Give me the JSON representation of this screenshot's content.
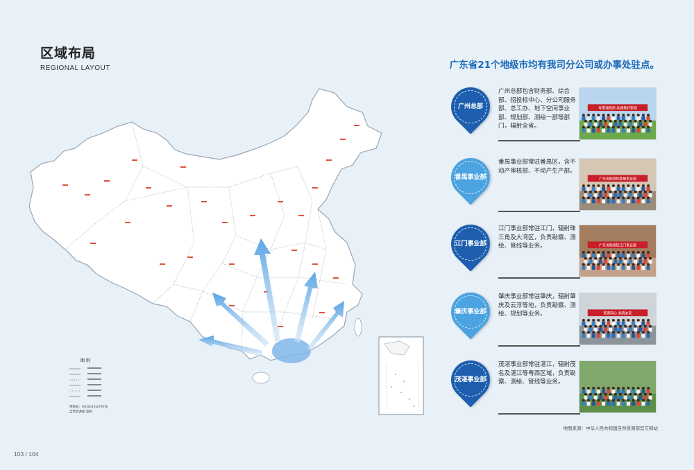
{
  "header": {
    "title_cn": "区域布局",
    "title_en": "REGIONAL LAYOUT",
    "headline": "广东省21个地级市均有我司分公司或办事处驻点。"
  },
  "divisions": [
    {
      "name": "广州总部",
      "color": "#1d5fae",
      "description": "广州总部包含财务部、综合部、招投标中心、分公司服务部、总工办、地下空间事业部、规划部、测绘一部等部门，辐射全省。",
      "banner": "粤港澳勘测 共建美好家园"
    },
    {
      "name": "番禺事业部",
      "color": "#4ba3e0",
      "description": "番禺事业部常驻番禺区，含不动产审核部、不动产生产部。",
      "banner": "广东省勘测院番禺事业部"
    },
    {
      "name": "江门事业部",
      "color": "#1d5fae",
      "description": "江门事业部常驻江门，辐射珠三角及大湾区，负责勘察、测绘、管线等业务。",
      "banner": "广东省勘测院江门事业部"
    },
    {
      "name": "肇庆事业部",
      "color": "#4ba3e0",
      "description": "肇庆事业部常驻肇庆，辐射肇庆及云浮等地，负责勘察、测绘、规划等业务。",
      "banner": "新南同心 共筑未来"
    },
    {
      "name": "茂湛事业部",
      "color": "#1d5fae",
      "description": "茂湛事业部常驻湛江，辐射茂名及湛江等粤西区域，负责勘察、测绘、管线等业务。",
      "banner": ""
    }
  ],
  "map": {
    "legend_title": "图 例",
    "approval_no": "审图号：GS(2023)2767号",
    "publisher": "自然资源部 监制"
  },
  "footer": {
    "source": "地图来源：中华人民共和国自然资源部官方网站",
    "page": "103 / 104"
  }
}
